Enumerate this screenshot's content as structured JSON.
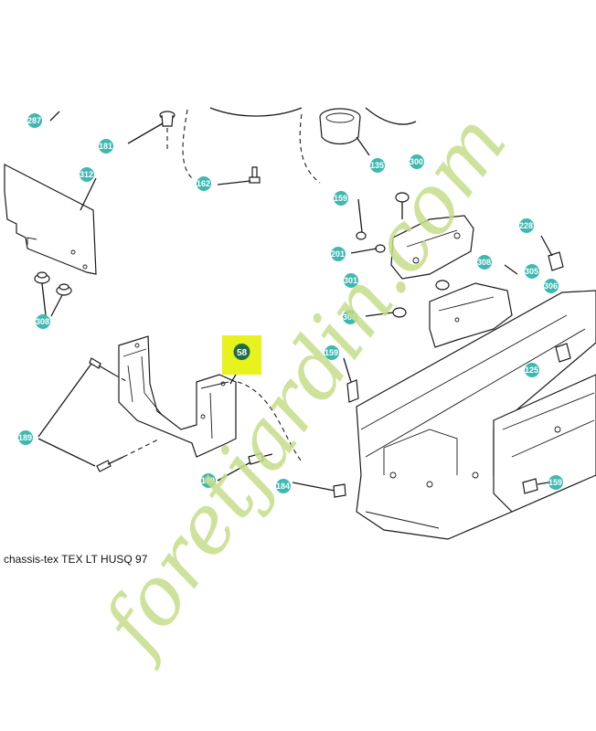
{
  "diagram": {
    "caption": "chassis-tex TEX LT HUSQ 97",
    "highlighted_part": "58",
    "watermark": "foretjardin.com",
    "callouts": [
      {
        "id": "c-287",
        "label": "287"
      },
      {
        "id": "c-181",
        "label": "181"
      },
      {
        "id": "c-312",
        "label": "312"
      },
      {
        "id": "c-162",
        "label": "162"
      },
      {
        "id": "c-135",
        "label": "135"
      },
      {
        "id": "c-300",
        "label": "300"
      },
      {
        "id": "c-159a",
        "label": "159"
      },
      {
        "id": "c-228",
        "label": "228"
      },
      {
        "id": "c-201",
        "label": "201"
      },
      {
        "id": "c-308a",
        "label": "308"
      },
      {
        "id": "c-305",
        "label": "305"
      },
      {
        "id": "c-301",
        "label": "301"
      },
      {
        "id": "c-306",
        "label": "306"
      },
      {
        "id": "c-308b",
        "label": "308"
      },
      {
        "id": "c-308c",
        "label": "308"
      },
      {
        "id": "c-159b",
        "label": "159"
      },
      {
        "id": "c-125",
        "label": "125"
      },
      {
        "id": "c-189a",
        "label": "189"
      },
      {
        "id": "c-189b",
        "label": "189"
      },
      {
        "id": "c-184",
        "label": "184"
      },
      {
        "id": "c-159c",
        "label": "159"
      }
    ]
  }
}
